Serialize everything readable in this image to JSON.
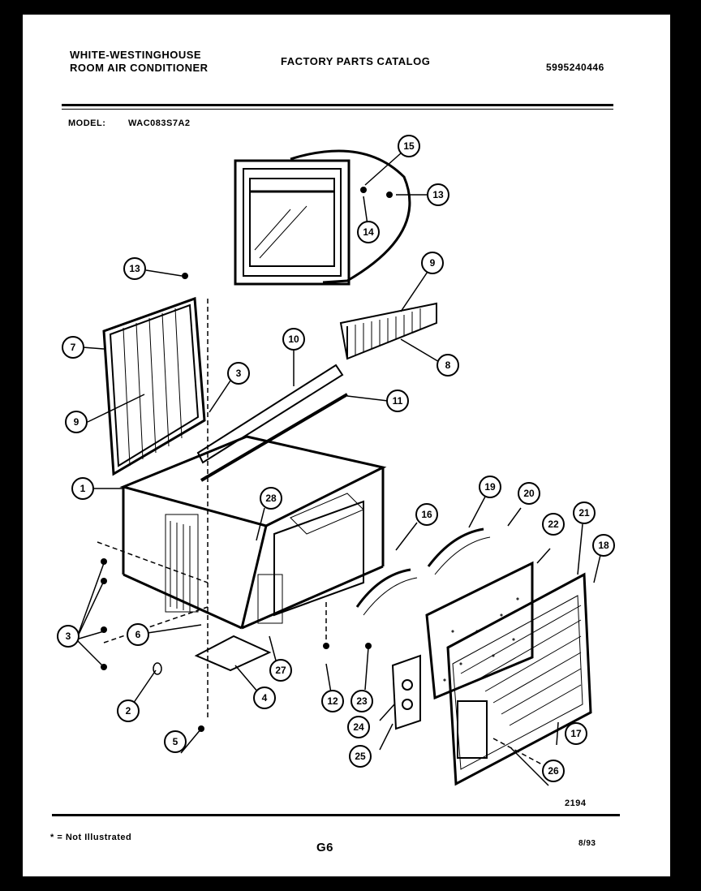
{
  "header": {
    "brand_line1": "WHITE-WESTINGHOUSE",
    "brand_line2": "ROOM AIR CONDITIONER",
    "catalog_title": "FACTORY PARTS CATALOG",
    "doc_number": "5995240446"
  },
  "model": {
    "label": "MODEL:",
    "value": "WAC083S7A2"
  },
  "figure_id": "2194",
  "footer": {
    "footnote": "* = Not Illustrated",
    "page_code": "G6",
    "date_code": "8/93"
  },
  "callouts": {
    "c15": "15",
    "c13a": "13",
    "c14": "14",
    "c13b": "13",
    "c9a": "9",
    "c7": "7",
    "c9b": "9",
    "c8": "8",
    "c10": "10",
    "c3a": "3",
    "c11": "11",
    "c1": "1",
    "c28": "28",
    "c16": "16",
    "c19": "19",
    "c20": "20",
    "c21": "21",
    "c22": "22",
    "c18": "18",
    "c3b": "3",
    "c6": "6",
    "c27": "27",
    "c12": "12",
    "c23": "23",
    "c2": "2",
    "c4": "4",
    "c24": "24",
    "c5": "5",
    "c25": "25",
    "c17": "17",
    "c26": "26"
  }
}
